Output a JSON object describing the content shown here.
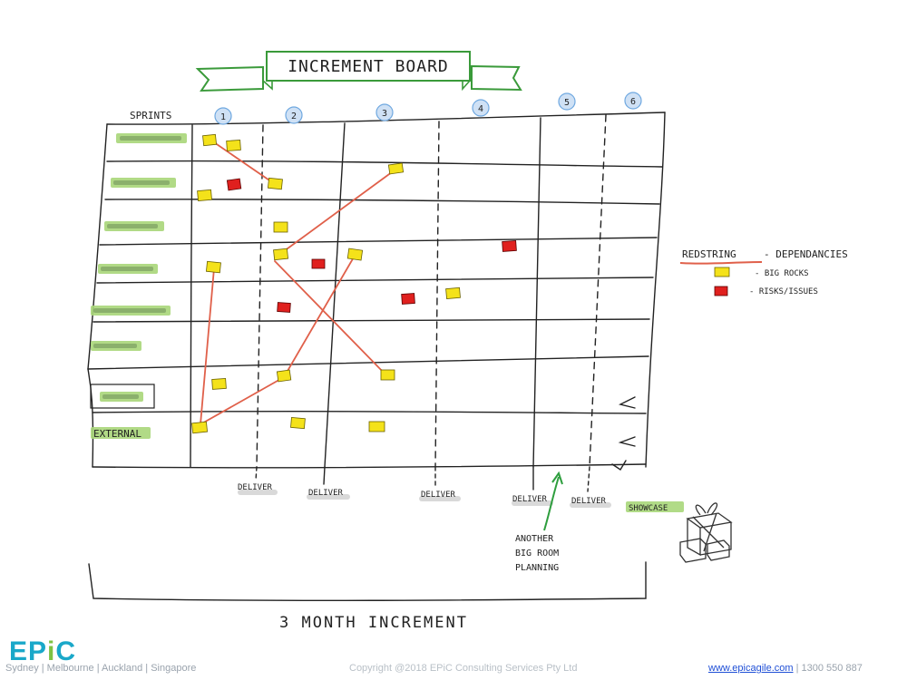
{
  "board": {
    "title": "INCREMENT BOARD",
    "sprints_label": "SPRINTS",
    "sprint_numbers": [
      "1",
      "2",
      "3",
      "4",
      "5",
      "6"
    ],
    "team_labels": [
      "",
      "",
      "",
      "",
      "",
      "",
      "",
      "EXTERNAL"
    ],
    "deliver_labels": [
      "DELIVER",
      "DELIVER",
      "DELIVER",
      "DELIVER",
      "DELIVER"
    ],
    "showcase_label": "SHOWCASE",
    "big_room_note": [
      "ANOTHER",
      "BIG ROOM",
      "PLANNING"
    ],
    "increment_label": "3 MONTH INCREMENT"
  },
  "legend": {
    "redstring_label": "REDSTRING",
    "redstring_desc": "- DEPENDANCIES",
    "big_rocks_desc": "- BIG ROCKS",
    "risks_desc": "- RISKS/ISSUES"
  },
  "colors": {
    "banner": "#3a9a3a",
    "label_highlight": "#7dc242",
    "sprint_circle": "#6fa8e0",
    "big_rock": "#f4e21a",
    "risk": "#e0201e",
    "redstring": "#e0604a",
    "arrow": "#2e9e3e"
  },
  "footer": {
    "logo_ep": "EP",
    "logo_i": "i",
    "logo_c": "C",
    "cities": "Sydney | Melbourne | Auckland | Singapore",
    "copyright": "Copyright @2018 EPiC Consulting Services Pty Ltd",
    "website": "www.epicagile.com",
    "phone": "| 1300 550 887"
  }
}
